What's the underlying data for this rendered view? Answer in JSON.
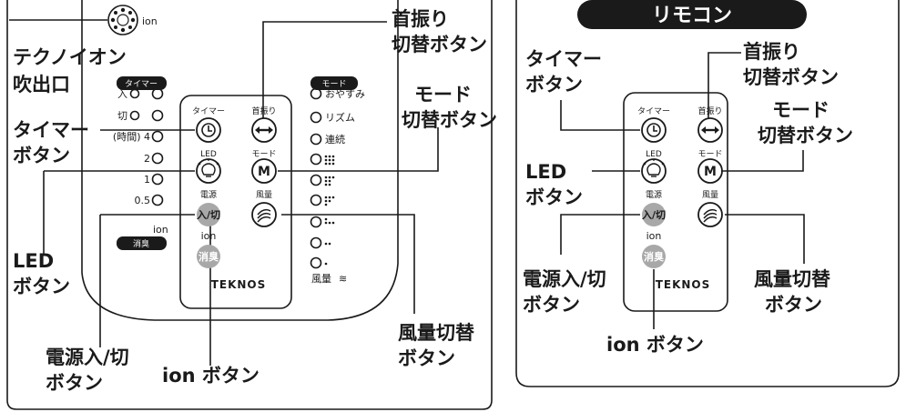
{
  "main_panel": {
    "ion_outlet_label": "ion",
    "timer_badge": "タイマー",
    "timer_rows": [
      "入",
      "切",
      "(時間) 4",
      "2",
      "1",
      "0.5"
    ],
    "ion_small": "ion",
    "deodor_badge": "消臭",
    "mode_badge": "モード",
    "mode_rows": [
      "おやすみ",
      "リズム",
      "連続",
      "",
      "",
      "",
      "",
      "",
      ""
    ],
    "wind_label": "風量",
    "wind_symbol": "≋",
    "callouts": {
      "techno_ion_1": "テクノイオン",
      "techno_ion_2": "吹出口",
      "timer_1": "タイマー",
      "timer_2": "ボタン",
      "led_1": "LED",
      "led_2": "ボタン",
      "power_1": "電源入/切",
      "power_2": "ボタン",
      "ion_btn": "ion ボタン",
      "wind_1": "風量切替",
      "wind_2": "ボタン",
      "mode_1": "モード",
      "mode_2": "切替ボタン",
      "swing_1": "首振り",
      "swing_2": "切替ボタン"
    }
  },
  "remote_body": {
    "timer_small": "タイマー",
    "swing_small": "首振り",
    "led_small": "LED",
    "mode_small": "モード",
    "power_small": "電源",
    "wind_small": "風量",
    "power_btn": "入/切",
    "mode_btn": "M",
    "ion_small": "ion",
    "deodor_btn": "消臭",
    "brand": "TEKNOS"
  },
  "remote_panel": {
    "title": "リモコン",
    "callouts": {
      "timer_1": "タイマー",
      "timer_2": "ボタン",
      "swing_1": "首振り",
      "swing_2": "切替ボタン",
      "mode_1": "モード",
      "mode_2": "切替ボタン",
      "led_1": "LED",
      "led_2": "ボタン",
      "power_1": "電源入/切",
      "power_2": "ボタン",
      "wind_1": "風量切替",
      "wind_2": "ボタン",
      "ion_btn": "ion ボタン"
    }
  },
  "colors": {
    "ink": "#1a1a1a",
    "gray_button": "#a8a8a8",
    "title_bg": "#1a1a1a"
  }
}
